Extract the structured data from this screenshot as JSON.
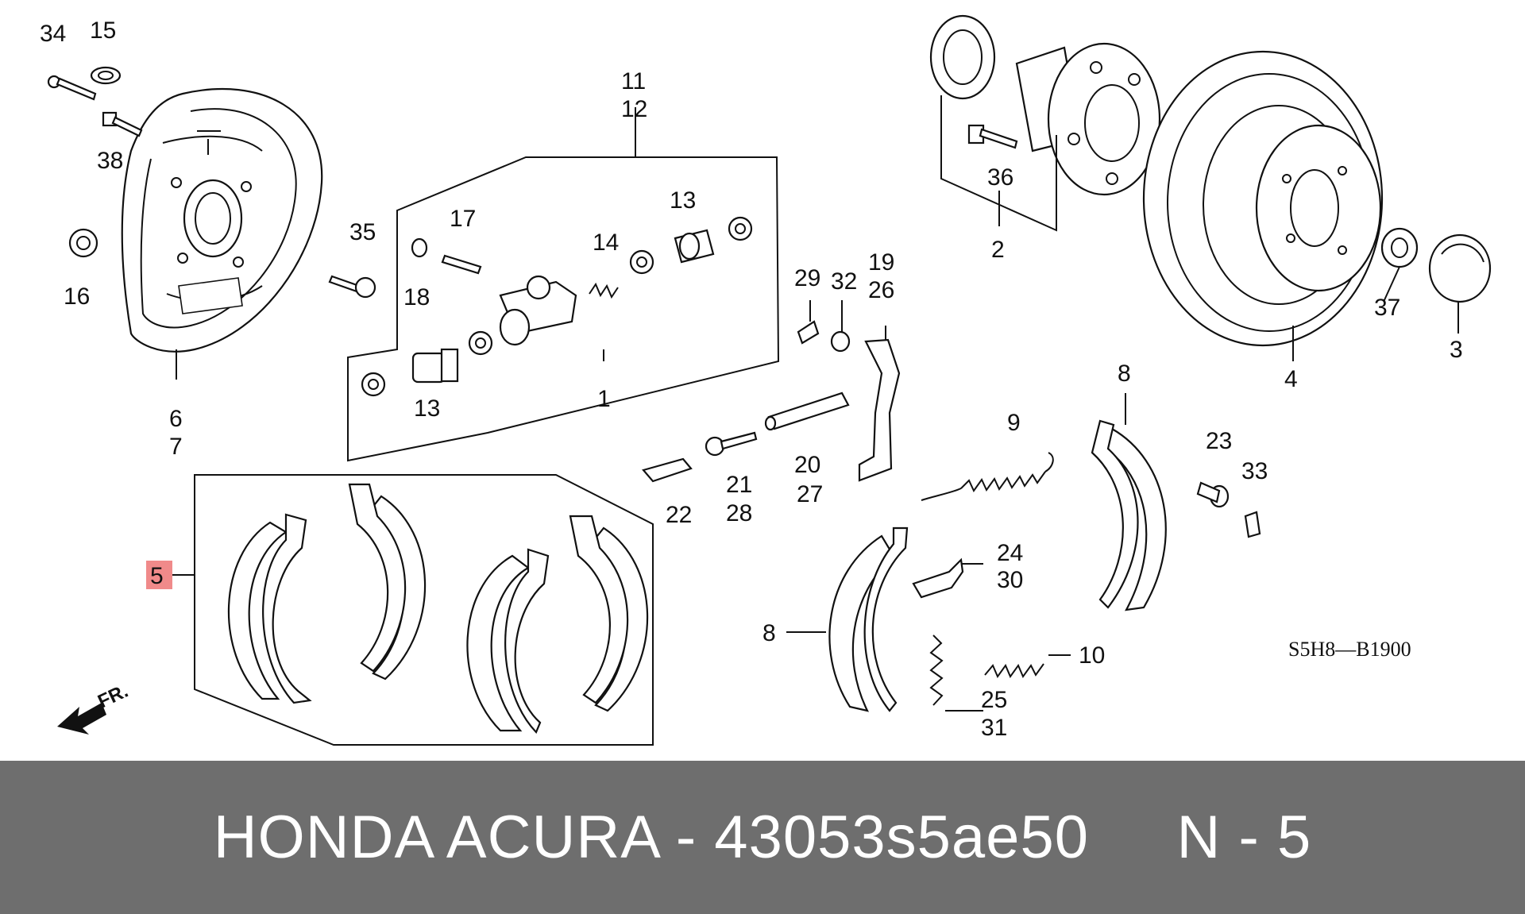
{
  "diagram": {
    "callouts": [
      {
        "id": "34",
        "text": "34"
      },
      {
        "id": "15",
        "text": "15"
      },
      {
        "id": "38",
        "text": "38"
      },
      {
        "id": "16",
        "text": "16"
      },
      {
        "id": "6",
        "text": "6"
      },
      {
        "id": "7",
        "text": "7"
      },
      {
        "id": "35",
        "text": "35"
      },
      {
        "id": "11",
        "text": "11"
      },
      {
        "id": "12",
        "text": "12"
      },
      {
        "id": "17",
        "text": "17"
      },
      {
        "id": "18",
        "text": "18"
      },
      {
        "id": "14",
        "text": "14"
      },
      {
        "id": "13a",
        "text": "13"
      },
      {
        "id": "13b",
        "text": "13"
      },
      {
        "id": "1",
        "text": "1"
      },
      {
        "id": "29",
        "text": "29"
      },
      {
        "id": "32",
        "text": "32"
      },
      {
        "id": "19",
        "text": "19"
      },
      {
        "id": "26",
        "text": "26"
      },
      {
        "id": "36",
        "text": "36"
      },
      {
        "id": "2",
        "text": "2"
      },
      {
        "id": "37",
        "text": "37"
      },
      {
        "id": "3",
        "text": "3"
      },
      {
        "id": "4",
        "text": "4"
      },
      {
        "id": "8a",
        "text": "8"
      },
      {
        "id": "8b",
        "text": "8"
      },
      {
        "id": "9",
        "text": "9"
      },
      {
        "id": "20",
        "text": "20"
      },
      {
        "id": "27",
        "text": "27"
      },
      {
        "id": "21",
        "text": "21"
      },
      {
        "id": "28",
        "text": "28"
      },
      {
        "id": "22",
        "text": "22"
      },
      {
        "id": "23",
        "text": "23"
      },
      {
        "id": "33",
        "text": "33"
      },
      {
        "id": "24",
        "text": "24"
      },
      {
        "id": "30",
        "text": "30"
      },
      {
        "id": "10",
        "text": "10"
      },
      {
        "id": "25",
        "text": "25"
      },
      {
        "id": "31",
        "text": "31"
      },
      {
        "id": "5",
        "text": "5"
      }
    ],
    "highlight_color": "#f08a8a",
    "front_label": "FR.",
    "diagram_code": "S5H8—B1900"
  },
  "footer": {
    "text": "HONDA ACURA - 43053s5ae50     N - 5",
    "background": "#6e6e6e"
  }
}
